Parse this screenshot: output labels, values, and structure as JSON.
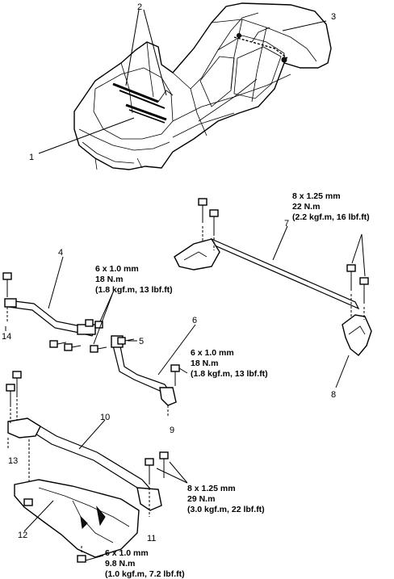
{
  "callouts": [
    "1",
    "2",
    "3",
    "4",
    "5",
    "6",
    "7",
    "8",
    "9",
    "10",
    "11",
    "12",
    "13",
    "14"
  ],
  "specs": {
    "s7": [
      "8 x 1.25 mm",
      "22 N.m",
      "(2.2 kgf.m, 16 lbf.ft)"
    ],
    "s4": [
      "6 x 1.0 mm",
      "18 N.m",
      "(1.8 kgf.m, 13 lbf.ft)"
    ],
    "s6": [
      "6 x 1.0 mm",
      "18 N.m",
      "(1.8 kgf.m, 13 lbf.ft)"
    ],
    "s11": [
      "8 x 1.25 mm",
      "29 N.m",
      "(3.0 kgf.m, 22 lbf.ft)"
    ],
    "s12": [
      "6 x 1.0 mm",
      "9.8 N.m",
      "(1.0 kgf.m, 7.2 lbf.ft)"
    ]
  }
}
